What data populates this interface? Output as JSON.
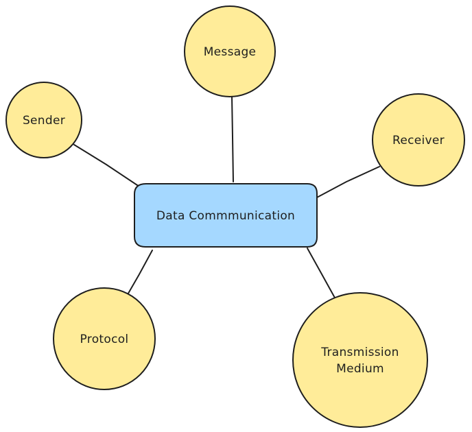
{
  "diagram": {
    "center": {
      "label": "Data Commmunication"
    },
    "nodes": [
      {
        "label_lines": [
          "Message"
        ]
      },
      {
        "label_lines": [
          "Sender"
        ]
      },
      {
        "label_lines": [
          "Receiver"
        ]
      },
      {
        "label_lines": [
          "Protocol"
        ]
      },
      {
        "label_lines": [
          "Transmission",
          "Medium"
        ]
      }
    ]
  },
  "colors": {
    "center_fill": "#a5d8ff",
    "node_fill": "#ffec99",
    "stroke": "#1e1e1e"
  }
}
